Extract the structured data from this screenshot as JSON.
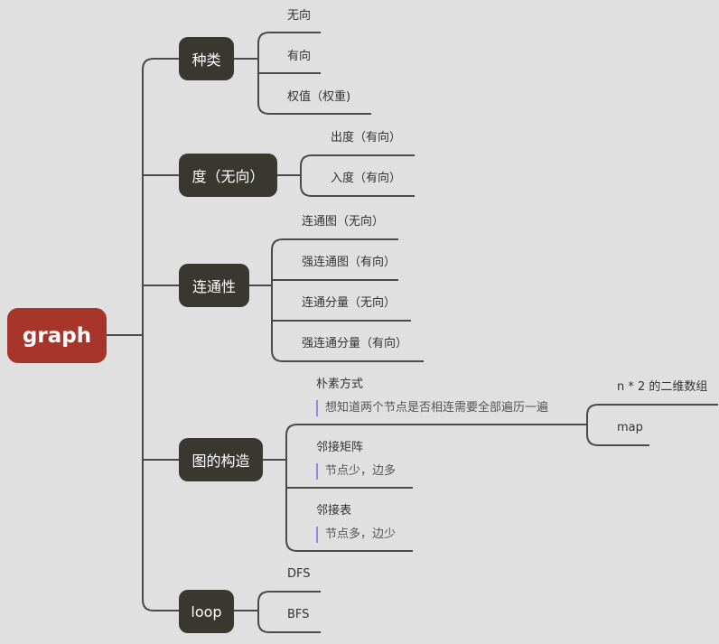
{
  "root": {
    "label": "graph"
  },
  "branches": {
    "types": {
      "label": "种类",
      "children": [
        "无向",
        "有向",
        "权值（权重)"
      ]
    },
    "degree": {
      "label": "度（无向）",
      "children": [
        "出度（有向）",
        "入度（有向）"
      ]
    },
    "connectivity": {
      "label": "连通性",
      "children": [
        "连通图（无向）",
        "强连通图（有向）",
        "连通分量（无向）",
        "强连通分量（有向）"
      ]
    },
    "construction": {
      "label": "图的构造",
      "children": [
        {
          "label": "朴素方式",
          "note": "想知道两个节点是否相连需要全部遍历一遍",
          "children": [
            "n * 2 的二维数组",
            "map"
          ]
        },
        {
          "label": "邻接矩阵",
          "note": "节点少，边多"
        },
        {
          "label": "邻接表",
          "note": "节点多，边少"
        }
      ]
    },
    "loop": {
      "label": "loop",
      "children": [
        "DFS",
        "BFS"
      ]
    }
  },
  "colors": {
    "background": "#e0e0e0",
    "root": "#a8352a",
    "branch": "#383831",
    "line": "#4a4a4a",
    "note_bar": "#8e8ee0"
  }
}
